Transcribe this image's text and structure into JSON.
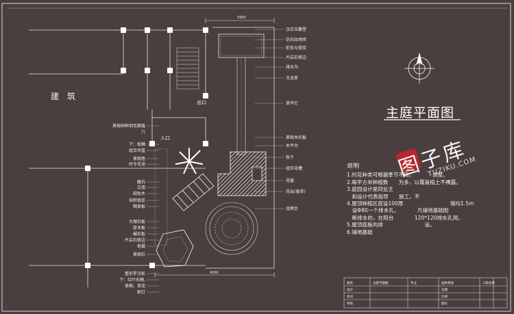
{
  "building_label": "建　筑",
  "plan_title": "主庭平面图",
  "entrance_labels": [
    "出口",
    "入口"
  ],
  "dimension_labels": [
    "5900",
    "4500"
  ],
  "left_callouts": [
    "景观树种羽毛枫植",
    "穴",
    "下：松鳞",
    "组合吊篮",
    "景观墙",
    "时令花池",
    "暖石",
    "立墙",
    "田枕木",
    "培积瓷蕊",
    "隔草板",
    "大理石板",
    "厚木板",
    "碾石板",
    "片岩石修边",
    "地漏",
    "景观石",
    "整形罗汉松",
    "下：红叶石楠,",
    "茶梅，草花",
    "射灯"
  ],
  "right_callouts": [
    "汉白玉雕塑",
    "仿石纹地砖",
    "彩色与骨炭",
    "片岩石修边",
    "排水沟",
    "玉龙草",
    "草坪灯",
    "景观木栏板",
    "木平台",
    "秋千",
    "组合花槽",
    "花窗",
    "花坛(香草)",
    "烧烤台"
  ],
  "notes_heading": "说明",
  "notes": [
    "1.时花种类可根据季节不同，　　　　调整。",
    "2.每平方米种植数　　为多，以覆盖植土不裸露。",
    "3.庭园设计是同业主",
    "　和设计代表指导　　施工，不",
    "4.屋顶种植区底设100厚　　　　　　　　　墙均1.5m",
    "　设Φ80一个排水孔，　　　　凡铺地基础阻",
    "　断排水的，在阳台　　　　120*120排水孔洞。",
    "5.屋顶底板向排　　　　　　　　设。",
    "6.铺地基础"
  ],
  "watermark": {
    "text": "图子库",
    "url": "TUZIKU.COM"
  },
  "title_block": {
    "cells": [
      "图名",
      "主庭平面图",
      "专业",
      "园林景观",
      "工程名称",
      "设计",
      "校对",
      "审核",
      "日期",
      "比例",
      "图号"
    ]
  }
}
